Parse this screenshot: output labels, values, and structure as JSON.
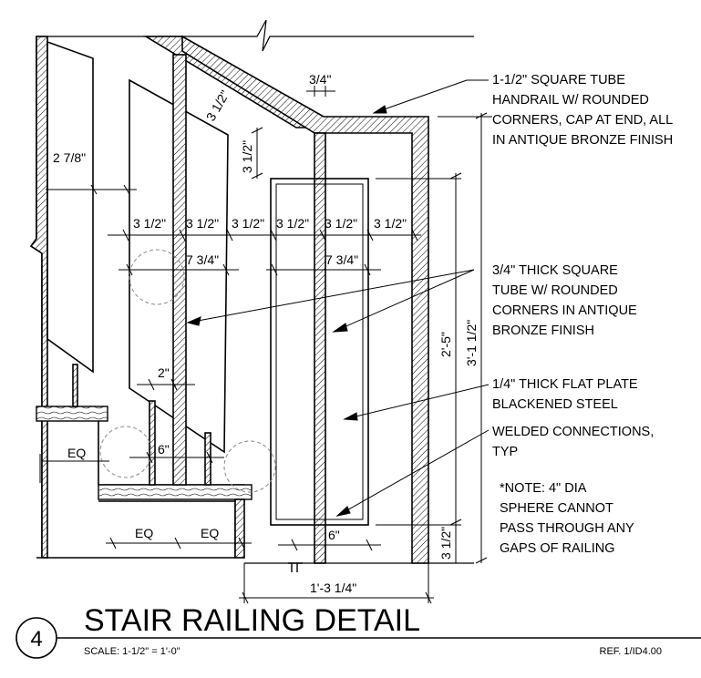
{
  "title": "STAIR RAILING DETAIL",
  "detail_number": "4",
  "scale": "SCALE:  1-1/2\" = 1'-0\"",
  "reference": "REF. 1/ID4.00",
  "dimensions": {
    "d_2_7_8": "2 7/8\"",
    "d_3_1_2_diag": "3 1/2\"",
    "d_3_4": "3/4\"",
    "d_3_1_2_vert": "3 1/2\"",
    "row_3_1_2": [
      "3 1/2\"",
      "3 1/2\"",
      "3 1/2\"",
      "3 1/2\"",
      "3 1/2\"",
      "3 1/2\""
    ],
    "d_7_3_4_left": "7 3/4\"",
    "d_7_3_4_right": "7 3/4\"",
    "d_2": "2\"",
    "d_6_left": "6\"",
    "d_6_right": "6\"",
    "d_eq_1": "EQ",
    "d_eq_2": "EQ",
    "d_eq_3": "EQ",
    "d_2_5": "2'-5\"",
    "d_3_1_1_2": "3'-1 1/2\"",
    "d_3_1_2_bottom": "3 1/2\"",
    "d_1_3_1_4": "1'-3 1/4\""
  },
  "notes": {
    "handrail": [
      "1-1/2\" SQUARE TUBE",
      "HANDRAIL W/ ROUNDED",
      "CORNERS, CAP AT END, ALL",
      "IN ANTIQUE BRONZE FINISH"
    ],
    "tube": [
      "3/4\" THICK SQUARE",
      "TUBE W/ ROUNDED",
      "CORNERS IN ANTIQUE",
      "BRONZE FINISH"
    ],
    "plate": [
      "1/4\" THICK FLAT PLATE",
      "BLACKENED STEEL"
    ],
    "welded": [
      "WELDED CONNECTIONS,",
      "TYP"
    ],
    "sphere_note": [
      "*NOTE: 4\" DIA",
      "SPHERE CANNOT",
      "PASS THROUGH ANY",
      "GAPS OF RAILING"
    ]
  }
}
